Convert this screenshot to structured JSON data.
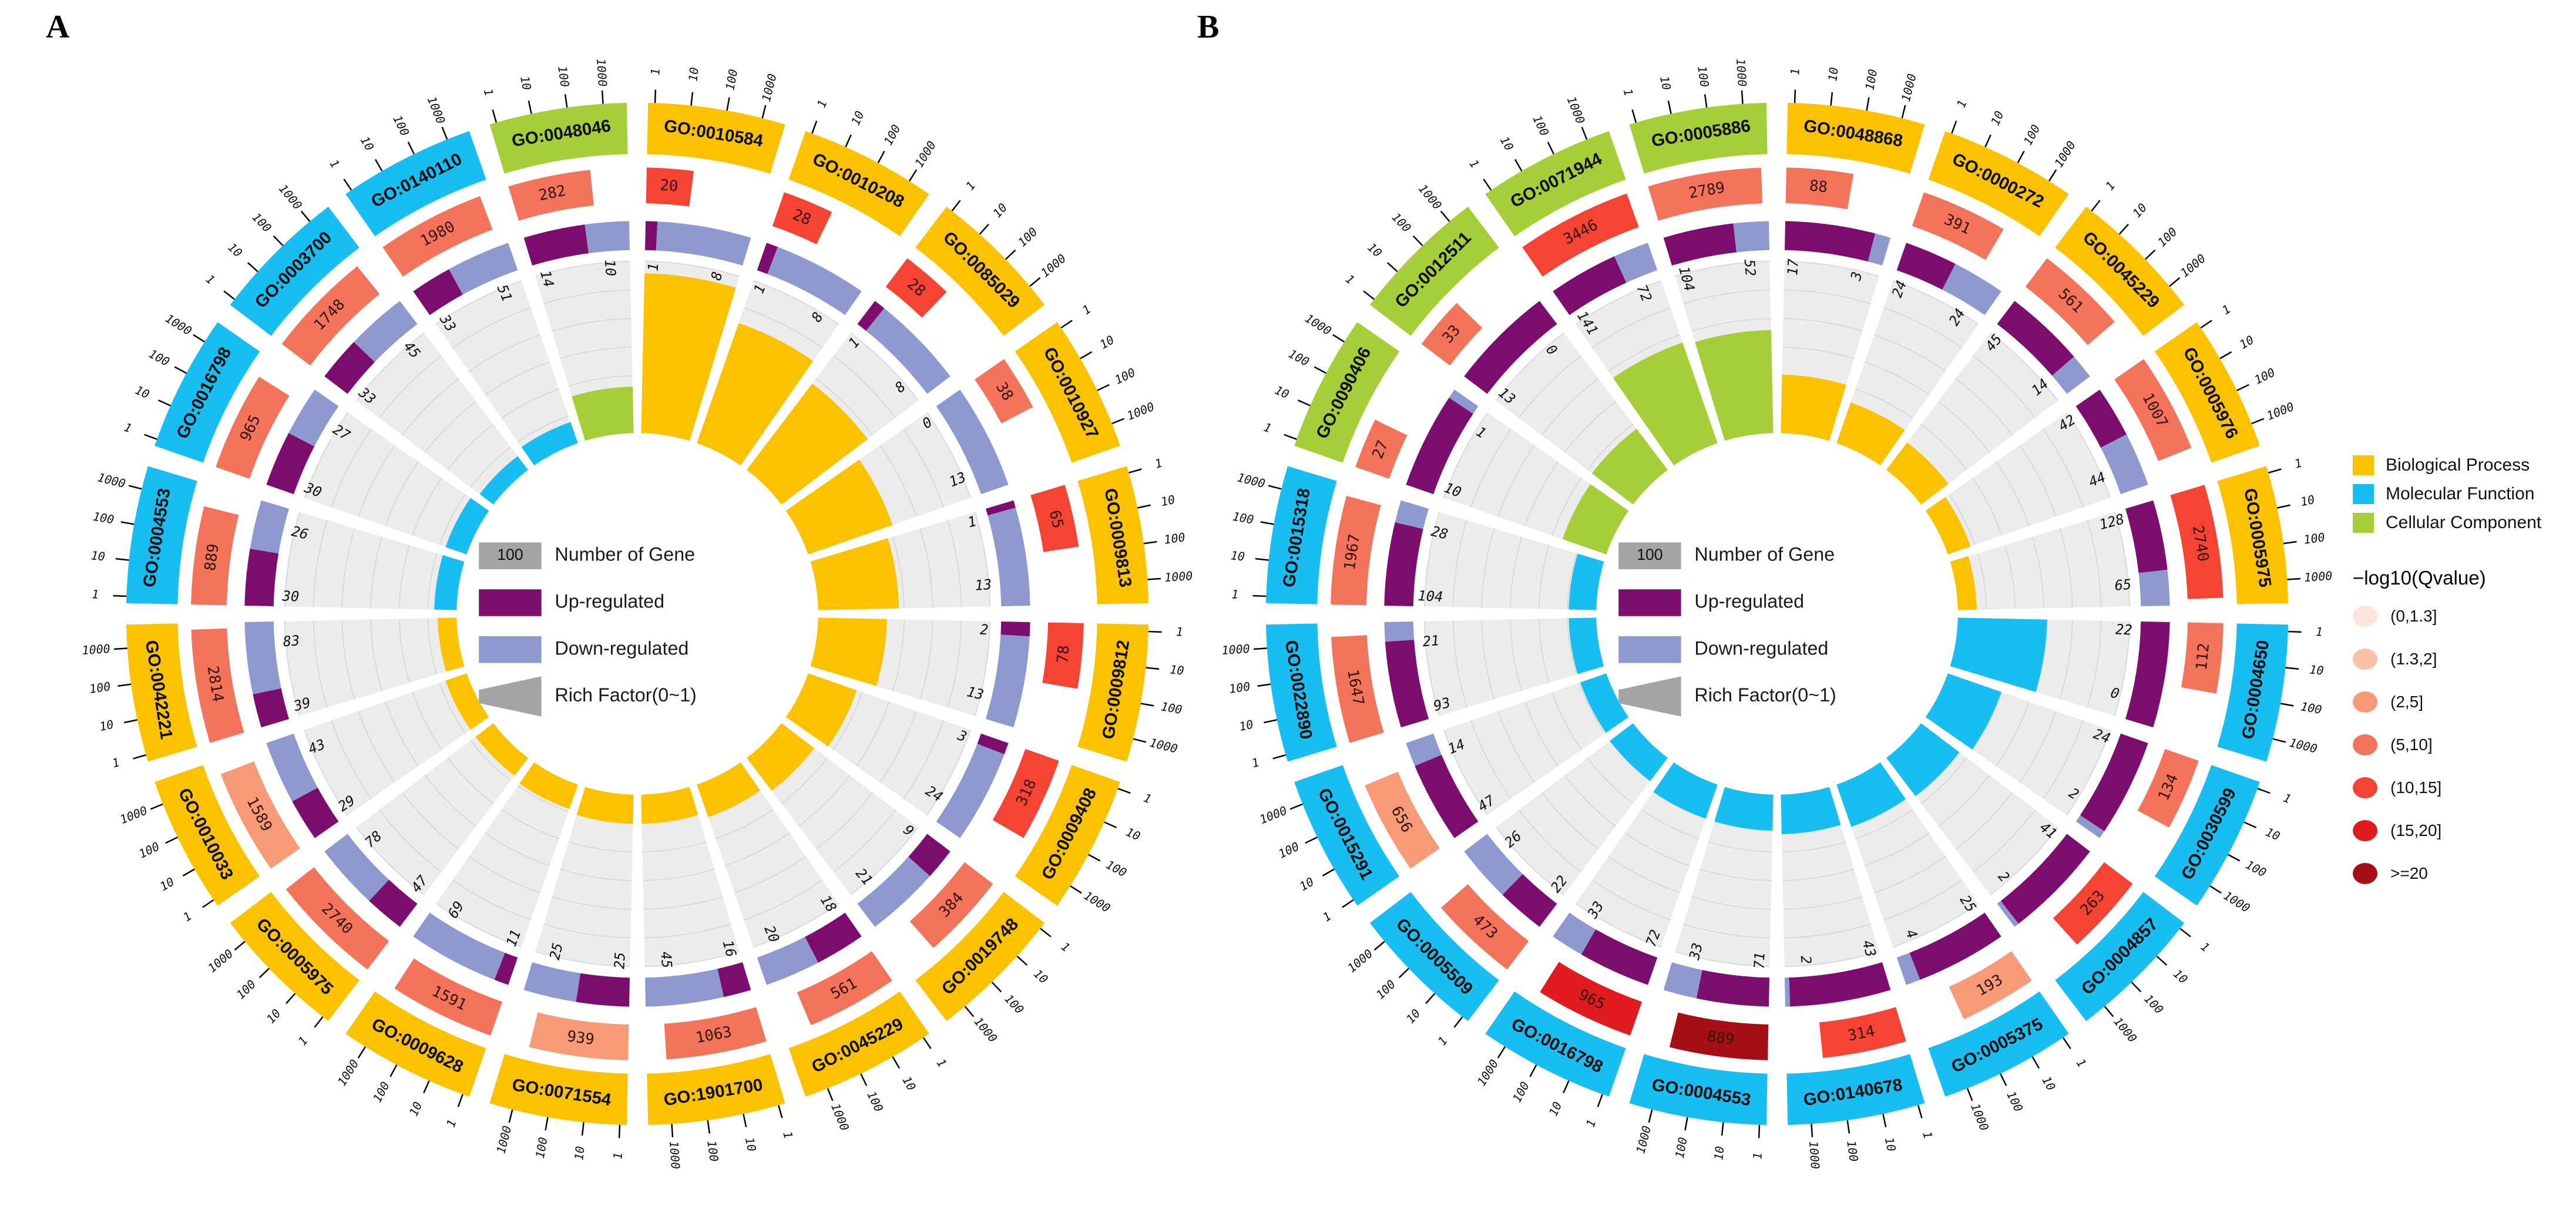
{
  "figure": {
    "panel_a_label": "A",
    "panel_b_label": "B"
  },
  "legend": {
    "categories": [
      {
        "label": "Biological Process",
        "color": "#fcc200"
      },
      {
        "label": "Molecular Function",
        "color": "#18bdf2"
      },
      {
        "label": "Cellular Component",
        "color": "#a5ce39"
      }
    ],
    "qvalue": {
      "title": "−log10(Qvalue)",
      "bins": [
        {
          "label": "(0,1.3]",
          "color": "#fde4da"
        },
        {
          "label": "(1.3,2]",
          "color": "#fbc0a5"
        },
        {
          "label": "(2,5]",
          "color": "#f79a78"
        },
        {
          "label": "(5,10]",
          "color": "#f4735b"
        },
        {
          "label": "(10,15]",
          "color": "#f54334"
        },
        {
          "label": "(15,20]",
          "color": "#e01b1d"
        },
        {
          "label": ">=20",
          "color": "#a50f15"
        }
      ]
    },
    "center": {
      "number_box_value": "100",
      "number_label": "Number of Gene",
      "up_label": "Up-regulated",
      "down_label": "Down-regulated",
      "rich_label": "Rich Factor(0~1)"
    }
  },
  "palette": {
    "category": {
      "BP": "#fcc200",
      "MF": "#18bdf2",
      "CC": "#a5ce39"
    },
    "up": "#7c0d6e",
    "down": "#8e99cf",
    "gray_box": "#a4a4a4",
    "sector_bg": "#ececec",
    "gridline": "#d6d6d6",
    "qbins": {
      "(0,1.3]": "#fde4da",
      "(1.3,2]": "#fbc0a5",
      "(2,5]": "#f79a78",
      "(5,10]": "#f4735b",
      "(10,15]": "#f54334",
      "(15,20]": "#e01b1d",
      ">=20": "#a50f15"
    }
  },
  "chart_data": [
    {
      "type": "circular-go-enrichment",
      "panel": "A",
      "axis_ticks": [
        1,
        10,
        100,
        1000
      ],
      "rich_factor_range": [
        0,
        1
      ],
      "rings": [
        "GO term",
        "Number of Gene (log scale, Qvalue color)",
        "Up/Down-regulated",
        "Rich Factor"
      ],
      "sectors": [
        {
          "id": "GO:0010584",
          "category": "BP",
          "genes": 20,
          "qbin": "(10,15]",
          "up": 1,
          "down": 8,
          "rich": 0.93
        },
        {
          "id": "GO:0010208",
          "category": "BP",
          "genes": 28,
          "qbin": "(10,15]",
          "up": 1,
          "down": 8,
          "rich": 0.74
        },
        {
          "id": "GO:0085029",
          "category": "BP",
          "genes": 28,
          "qbin": "(10,15]",
          "up": 1,
          "down": 8,
          "rich": 0.63
        },
        {
          "id": "GO:0010927",
          "category": "BP",
          "genes": 38,
          "qbin": "(5,10]",
          "up": 0,
          "down": 13,
          "rich": 0.52
        },
        {
          "id": "GO:0009813",
          "category": "BP",
          "genes": 65,
          "qbin": "(10,15]",
          "up": 1,
          "down": 13,
          "rich": 0.47
        },
        {
          "id": "GO:0009812",
          "category": "BP",
          "genes": 78,
          "qbin": "(10,15]",
          "up": 2,
          "down": 13,
          "rich": 0.4
        },
        {
          "id": "GO:0009408",
          "category": "BP",
          "genes": 318,
          "qbin": "(10,15]",
          "up": 3,
          "down": 24,
          "rich": 0.3
        },
        {
          "id": "GO:0019748",
          "category": "BP",
          "genes": 384,
          "qbin": "(5,10]",
          "up": 9,
          "down": 21,
          "rich": 0.24
        },
        {
          "id": "GO:0045229",
          "category": "BP",
          "genes": 561,
          "qbin": "(5,10]",
          "up": 18,
          "down": 20,
          "rich": 0.2
        },
        {
          "id": "GO:1901700",
          "category": "BP",
          "genes": 1063,
          "qbin": "(5,10]",
          "up": 16,
          "down": 45,
          "rich": 0.17
        },
        {
          "id": "GO:0071554",
          "category": "BP",
          "genes": 939,
          "qbin": "(2,5]",
          "up": 25,
          "down": 25,
          "rich": 0.17
        },
        {
          "id": "GO:0009628",
          "category": "BP",
          "genes": 1591,
          "qbin": "(5,10]",
          "up": 11,
          "down": 69,
          "rich": 0.15
        },
        {
          "id": "GO:0005975",
          "category": "BP",
          "genes": 2740,
          "qbin": "(5,10]",
          "up": 47,
          "down": 78,
          "rich": 0.13
        },
        {
          "id": "GO:0010033",
          "category": "BP",
          "genes": 1589,
          "qbin": "(2,5]",
          "up": 29,
          "down": 43,
          "rich": 0.13
        },
        {
          "id": "GO:0042221",
          "category": "BP",
          "genes": 2814,
          "qbin": "(5,10]",
          "up": 39,
          "down": 83,
          "rich": 0.11
        },
        {
          "id": "GO:0004553",
          "category": "MF",
          "genes": 889,
          "qbin": "(5,10]",
          "up": 30,
          "down": 26,
          "rich": 0.13
        },
        {
          "id": "GO:0016798",
          "category": "MF",
          "genes": 965,
          "qbin": "(5,10]",
          "up": 30,
          "down": 27,
          "rich": 0.13
        },
        {
          "id": "GO:0003700",
          "category": "MF",
          "genes": 1748,
          "qbin": "(5,10]",
          "up": 33,
          "down": 45,
          "rich": 0.1
        },
        {
          "id": "GO:0140110",
          "category": "MF",
          "genes": 1980,
          "qbin": "(5,10]",
          "up": 33,
          "down": 51,
          "rich": 0.13
        },
        {
          "id": "GO:0048046",
          "category": "CC",
          "genes": 282,
          "qbin": "(5,10]",
          "up": 14,
          "down": 10,
          "rich": 0.27
        }
      ]
    },
    {
      "type": "circular-go-enrichment",
      "panel": "B",
      "axis_ticks": [
        1,
        10,
        100,
        1000
      ],
      "rich_factor_range": [
        0,
        1
      ],
      "rings": [
        "GO term",
        "Number of Gene (log scale, Qvalue color)",
        "Up/Down-regulated",
        "Rich Factor"
      ],
      "sectors": [
        {
          "id": "GO:0048868",
          "category": "BP",
          "genes": 88,
          "qbin": "(5,10]",
          "up": 17,
          "down": 3,
          "rich": 0.34
        },
        {
          "id": "GO:0000272",
          "category": "BP",
          "genes": 391,
          "qbin": "(5,10]",
          "up": 24,
          "down": 24,
          "rich": 0.25
        },
        {
          "id": "GO:0045229",
          "category": "BP",
          "genes": 561,
          "qbin": "(5,10]",
          "up": 45,
          "down": 14,
          "rich": 0.2
        },
        {
          "id": "GO:0005976",
          "category": "BP",
          "genes": 1007,
          "qbin": "(5,10]",
          "up": 42,
          "down": 44,
          "rich": 0.14
        },
        {
          "id": "GO:0005975",
          "category": "BP",
          "genes": 2740,
          "qbin": "(10,15]",
          "up": 128,
          "down": 65,
          "rich": 0.11
        },
        {
          "id": "GO:0004650",
          "category": "MF",
          "genes": 112,
          "qbin": "(5,10]",
          "up": 22,
          "down": 0,
          "rich": 0.52
        },
        {
          "id": "GO:0030599",
          "category": "MF",
          "genes": 134,
          "qbin": "(5,10]",
          "up": 24,
          "down": 2,
          "rich": 0.33
        },
        {
          "id": "GO:0004857",
          "category": "MF",
          "genes": 263,
          "qbin": "(10,15]",
          "up": 41,
          "down": 2,
          "rich": 0.28
        },
        {
          "id": "GO:0005375",
          "category": "MF",
          "genes": 193,
          "qbin": "(2,5]",
          "up": 25,
          "down": 4,
          "rich": 0.26
        },
        {
          "id": "GO:0140678",
          "category": "MF",
          "genes": 314,
          "qbin": "(10,15]",
          "up": 43,
          "down": 2,
          "rich": 0.23
        },
        {
          "id": "GO:0004553",
          "category": "MF",
          "genes": 889,
          "qbin": ">=20",
          "up": 71,
          "down": 33,
          "rich": 0.21
        },
        {
          "id": "GO:0016798",
          "category": "MF",
          "genes": 965,
          "qbin": "(15,20]",
          "up": 72,
          "down": 33,
          "rich": 0.21
        },
        {
          "id": "GO:0005509",
          "category": "MF",
          "genes": 473,
          "qbin": "(5,10]",
          "up": 22,
          "down": 26,
          "rich": 0.17
        },
        {
          "id": "GO:0015291",
          "category": "MF",
          "genes": 656,
          "qbin": "(2,5]",
          "up": 47,
          "down": 14,
          "rich": 0.16
        },
        {
          "id": "GO:0022890",
          "category": "MF",
          "genes": 1647,
          "qbin": "(5,10]",
          "up": 93,
          "down": 21,
          "rich": 0.16
        },
        {
          "id": "GO:0015318",
          "category": "MF",
          "genes": 1967,
          "qbin": "(5,10]",
          "up": 104,
          "down": 28,
          "rich": 0.16
        },
        {
          "id": "GO:0090406",
          "category": "CC",
          "genes": 27,
          "qbin": "(5,10]",
          "up": 10,
          "down": 1,
          "rich": 0.27
        },
        {
          "id": "GO:0012511",
          "category": "CC",
          "genes": 33,
          "qbin": "(5,10]",
          "up": 13,
          "down": 0,
          "rich": 0.3
        },
        {
          "id": "GO:0071944",
          "category": "CC",
          "genes": 3446,
          "qbin": "(10,15]",
          "up": 141,
          "down": 72,
          "rich": 0.62
        },
        {
          "id": "GO:0005886",
          "category": "CC",
          "genes": 2789,
          "qbin": "(5,10]",
          "up": 104,
          "down": 52,
          "rich": 0.6
        }
      ]
    }
  ]
}
